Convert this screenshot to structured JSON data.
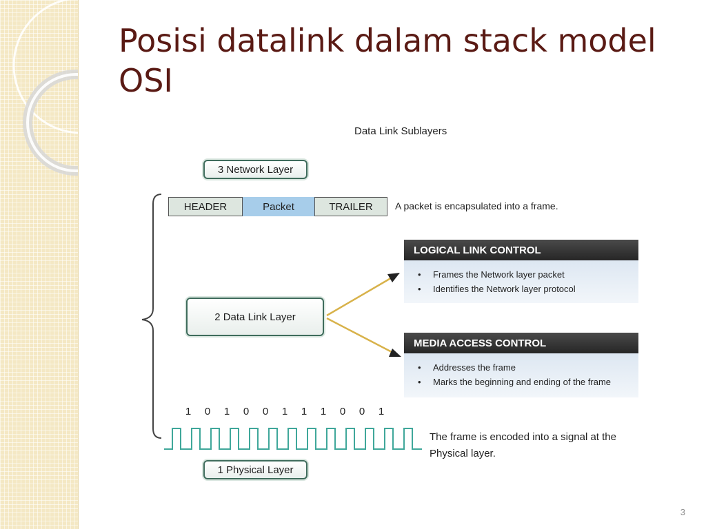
{
  "slide": {
    "title": "Posisi datalink dalam stack model OSI",
    "page_number": "3"
  },
  "diagram": {
    "heading": "Data Link Sublayers",
    "network_layer": "3 Network Layer",
    "data_link_layer": "2 Data Link Layer",
    "physical_layer": "1 Physical Layer",
    "frame": {
      "header": "HEADER",
      "packet": "Packet",
      "trailer": "TRAILER",
      "caption": "A packet is encapsulated into a frame."
    },
    "llc": {
      "title": "LOGICAL LINK CONTROL",
      "items": [
        "Frames the Network layer packet",
        "Identifies the Network layer protocol"
      ]
    },
    "mac": {
      "title": "MEDIA ACCESS CONTROL",
      "items": [
        "Addresses the frame",
        "Marks the beginning and ending of the frame"
      ]
    },
    "bits": [
      "1",
      "0",
      "1",
      "0",
      "0",
      "1",
      "1",
      "1",
      "0",
      "0",
      "1"
    ],
    "signal_caption_line1": "The frame is encoded into a signal at the",
    "signal_caption_line2": "Physical layer."
  },
  "colors": {
    "title": "#5a1a14",
    "arrow": "#d8b24a",
    "signal": "#3fa79a",
    "packet_fill": "#a7cdea",
    "panel_header": "#333333"
  }
}
